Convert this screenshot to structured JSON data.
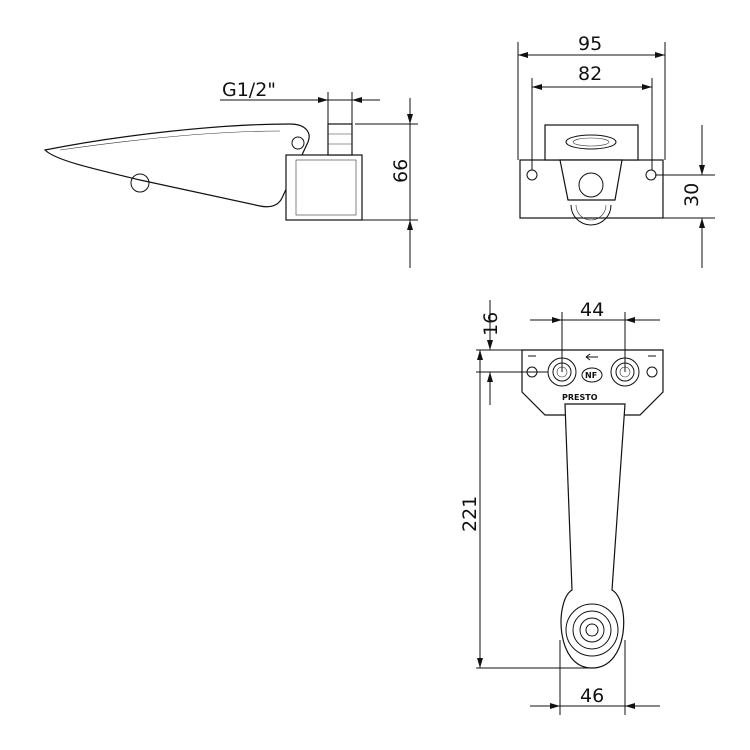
{
  "side_view": {
    "thread_label": "G1/2\"",
    "height_label": "66"
  },
  "front_view": {
    "overall_width_label": "95",
    "inner_width_label": "82",
    "height_label": "30"
  },
  "top_view": {
    "offset_label": "16",
    "spacing_label": "44",
    "length_label": "221",
    "foot_width_label": "46",
    "logo_text": "PRESTO",
    "mark_text": "NF"
  }
}
